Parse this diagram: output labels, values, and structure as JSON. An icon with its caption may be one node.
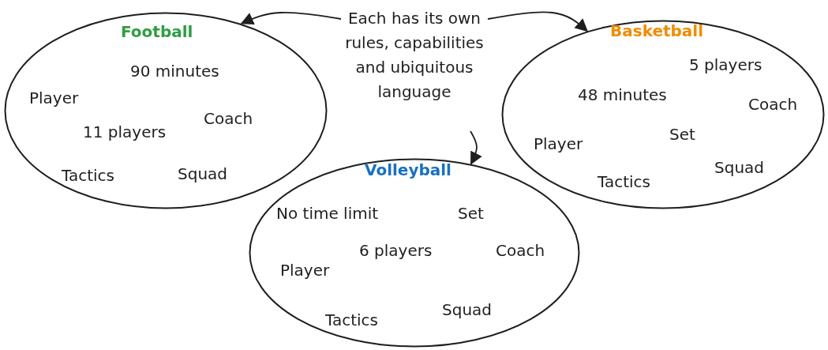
{
  "diagram": {
    "nodes": [
      {
        "text": [
          "Football",
          "90 minutes",
          "Player",
          "11 players",
          "Coach",
          "Tactics",
          "Squad"
        ]
      },
      {
        "text": [
          "Each has its own rules, capabilities and ubiquitous language"
        ]
      },
      {
        "text": [
          "Basketball",
          "5 players",
          "48 minutes",
          "Coach",
          "Set",
          "Player",
          "Squad",
          "Tactics"
        ]
      },
      {
        "text": [
          "Volleyball",
          "No time limit",
          "Set",
          "6 players",
          "Coach",
          "Player",
          "Tactics",
          "Squad"
        ]
      }
    ],
    "edges": [
      {
        "from": 1,
        "to": 0,
        "arrow": "to"
      },
      {
        "from": 1,
        "to": 2,
        "arrow": "to"
      },
      {
        "from": 1,
        "to": 3,
        "arrow": "to"
      }
    ]
  }
}
